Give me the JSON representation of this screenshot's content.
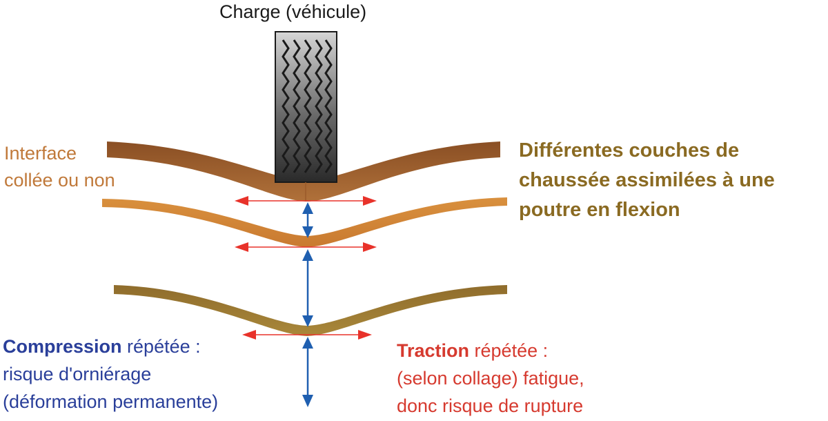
{
  "load": {
    "label": "Charge (véhicule)"
  },
  "interface_note": {
    "line1": "Interface",
    "line2": "collée ou non"
  },
  "layers_note": {
    "line1": "Différentes couches de",
    "line2": "chaussée assimilées à une",
    "line3": "poutre en flexion"
  },
  "compression_note": {
    "bold": "Compression",
    "rest": " répétée :",
    "line2": "risque d'orniérage",
    "line3": "(déformation permanente)"
  },
  "traction_note": {
    "bold": "Traction",
    "rest": " répétée :",
    "line2": "(selon collage) fatigue,",
    "line3": "donc risque de rupture"
  },
  "colors": {
    "layer_top": "#9a5a2a",
    "layer_middle": "#d98a3a",
    "layer_bottom": "#9c7a32",
    "tension_arrow": "#e8322a",
    "compression_arrow": "#1f5fb0",
    "tyre_dark": "#2a2a2a",
    "tyre_light": "#d6d6d6"
  },
  "icons": {
    "load": "tyre-tread-icon"
  }
}
